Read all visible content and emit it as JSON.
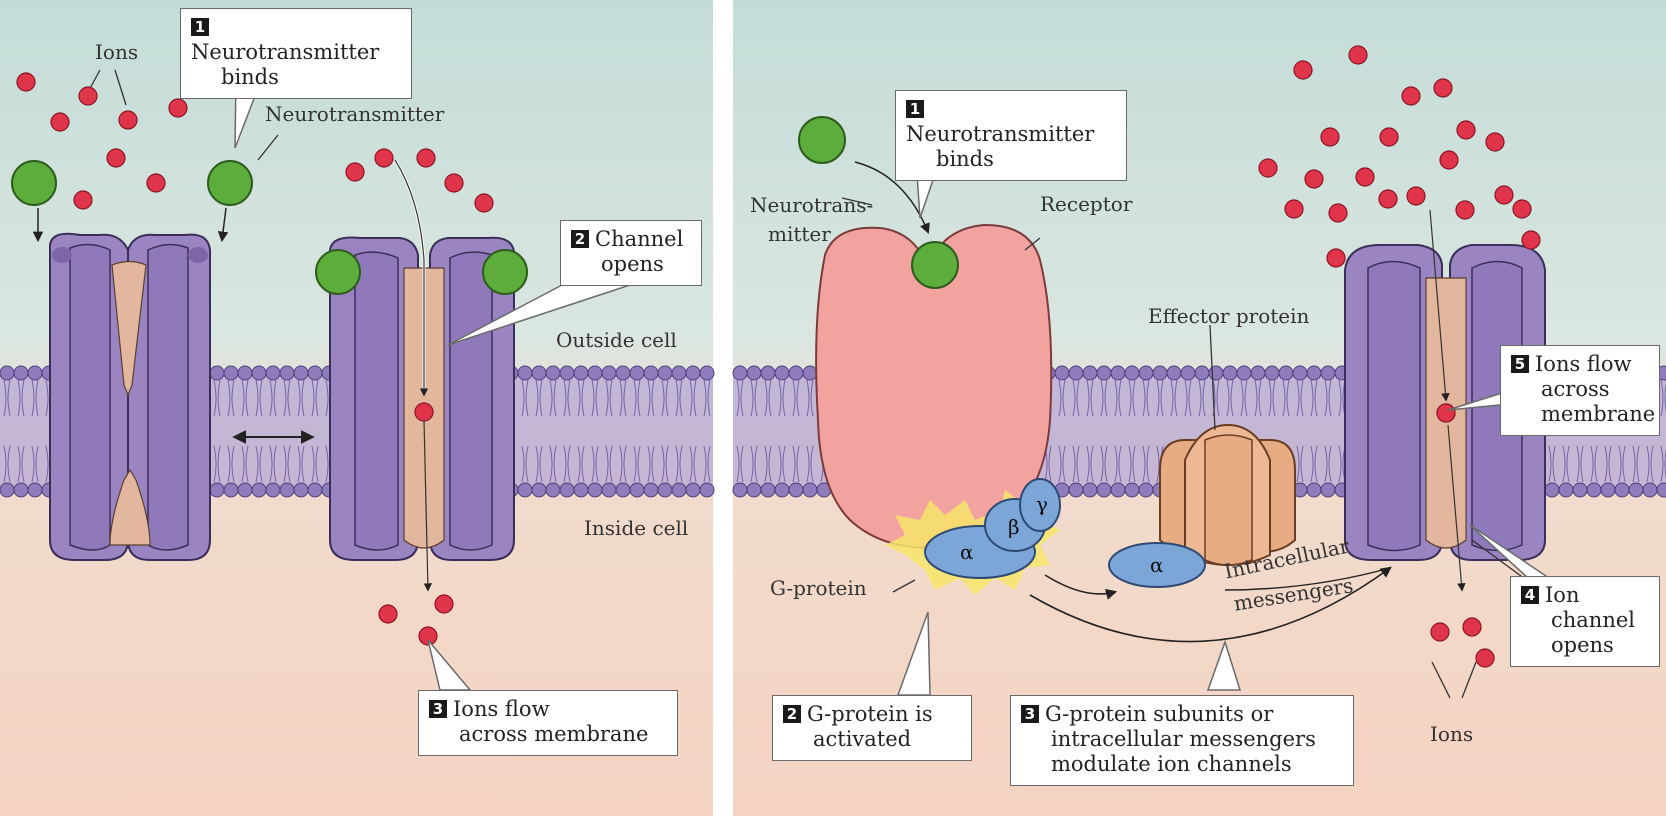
{
  "left_panel": {
    "callout_1": {
      "num": "1",
      "line1": "Neurotransmitter",
      "line2": "binds"
    },
    "callout_2": {
      "num": "2",
      "line1": "Channel",
      "line2": "opens"
    },
    "callout_3": {
      "num": "3",
      "line1": "Ions flow",
      "line2": "across membrane"
    },
    "labels": {
      "ions": "Ions",
      "neurotransmitter": "Neurotransmitter",
      "outside_cell": "Outside cell",
      "inside_cell": "Inside cell"
    }
  },
  "right_panel": {
    "callout_1": {
      "num": "1",
      "line1": "Neurotransmitter",
      "line2": "binds"
    },
    "callout_2": {
      "num": "2",
      "line1": "G-protein is",
      "line2": "activated"
    },
    "callout_3": {
      "num": "3",
      "line1": "G-protein subunits or",
      "line2": "intracellular messengers",
      "line3": "modulate ion channels"
    },
    "callout_4": {
      "num": "4",
      "line1": "Ion",
      "line2": "channel",
      "line3": "opens"
    },
    "callout_5": {
      "num": "5",
      "line1": "Ions flow",
      "line2": "across",
      "line3": "membrane"
    },
    "labels": {
      "neurotransmitter_line1": "Neurotrans-",
      "neurotransmitter_line2": "mitter",
      "receptor": "Receptor",
      "effector_protein": "Effector protein",
      "g_protein": "G-protein",
      "intracellular": "Intracellular",
      "messengers": "messengers",
      "ions": "Ions",
      "alpha": "α",
      "beta": "β",
      "gamma": "γ",
      "alpha_effector": "α"
    }
  },
  "colors": {
    "outside": "#cfe0dc",
    "inside": "#f5d8c8",
    "membrane_head": "#8e7cbd",
    "membrane_tail": "#b7a8d6",
    "channel": "#9a85c2",
    "pore": "#e2b79d",
    "ion": "#e0344a",
    "neurotransmitter": "#5cad3c",
    "receptor": "#f2a3a0",
    "g_protein": "#7da6d8",
    "effector": "#e8ac85"
  }
}
